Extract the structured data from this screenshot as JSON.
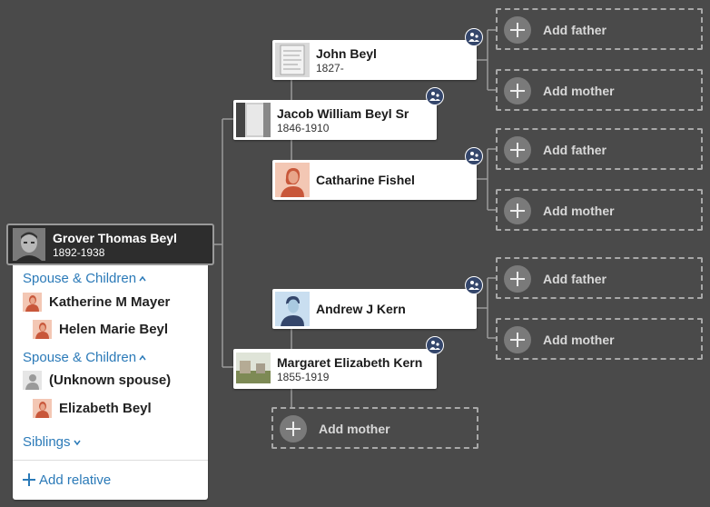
{
  "root": {
    "name": "Grover Thomas Beyl",
    "dates": "1892-1938",
    "photo_icon": "portrait-photo-icon"
  },
  "father": {
    "name": "Jacob William Beyl Sr",
    "dates": "1846-1910",
    "photo_icon": "document-photo-icon"
  },
  "mother": {
    "name": "Margaret Elizabeth Kern",
    "dates": "1855-1919",
    "photo_icon": "headstone-photo-icon"
  },
  "paternal_grandfather": {
    "name": "John Beyl",
    "dates": "1827-",
    "photo_icon": "document-photo-icon"
  },
  "paternal_grandmother": {
    "name": "Catharine Fishel",
    "photo_icon": "female-silhouette-icon"
  },
  "maternal_grandfather": {
    "name": "Andrew J Kern",
    "photo_icon": "male-silhouette-icon"
  },
  "add_labels": {
    "father": "Add father",
    "mother": "Add mother"
  },
  "panel": {
    "sections": [
      {
        "header": "Spouse & Children",
        "spouse": "Katherine M Mayer",
        "children": [
          "Helen Marie Beyl"
        ]
      },
      {
        "header": "Spouse & Children",
        "spouse": "(Unknown spouse)",
        "children": [
          "Elizabeth Beyl"
        ]
      }
    ],
    "siblings_header": "Siblings",
    "add_relative": "Add relative"
  },
  "colors": {
    "background": "#4a4a4a",
    "link": "#2b7ab8",
    "badge": "#34466b",
    "female_avatar": "#e8a58a",
    "male_avatar": "#a9c9e0"
  }
}
